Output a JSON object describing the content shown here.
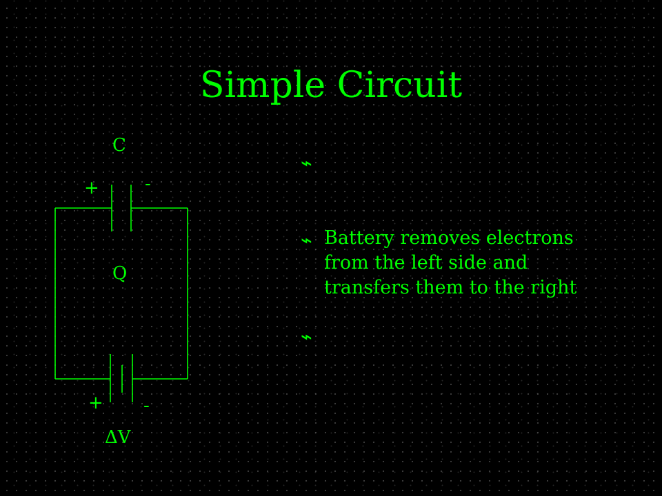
{
  "slide": {
    "title": "Simple Circuit",
    "colors": {
      "background": "#000000",
      "text": "#00ff00"
    }
  },
  "circuit": {
    "capacitor_label": "C",
    "capacitor_plus": "+",
    "capacitor_minus": "-",
    "charge_label": "Q",
    "battery_plus": "+",
    "battery_minus": "-",
    "battery_label": "ΔV"
  },
  "bullets": {
    "icon": "lightning-bullet-icon",
    "glyph": "⌁",
    "items": [
      "",
      "Battery removes electrons\nfrom the left side and\ntransfers them to the right",
      ""
    ]
  }
}
